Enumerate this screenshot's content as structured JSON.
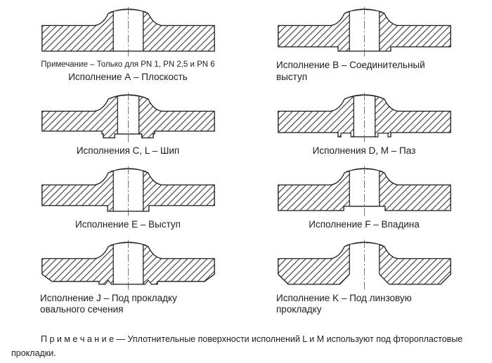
{
  "figures": [
    {
      "id": "A",
      "caption": "Исполнение А – Плоскость",
      "note": "Примечание – Только для PN 1, PN 2,5 и PN 6"
    },
    {
      "id": "B",
      "caption": "Исполнение В – Соединительный выступ"
    },
    {
      "id": "CL",
      "caption": "Исполнения C, L – Шип"
    },
    {
      "id": "DM",
      "caption": "Исполнения D, M – Паз"
    },
    {
      "id": "E",
      "caption": "Исполнение Е – Выступ"
    },
    {
      "id": "F",
      "caption": "Исполнение F – Впадина"
    },
    {
      "id": "J",
      "caption": "Исполнение J – Под прокладку овального сечения"
    },
    {
      "id": "K",
      "caption": "Исполнение K – Под линзовую прокладку"
    }
  ],
  "footer": {
    "note_label": "П р и м е ч а н и е",
    "note_text": "— Уплотнительные поверхности исполнений L и М используют под фторопластовые прокладки."
  },
  "colors": {
    "line": "#1a1a1a",
    "hatch": "#3a3a3a",
    "background": "#ffffff"
  }
}
